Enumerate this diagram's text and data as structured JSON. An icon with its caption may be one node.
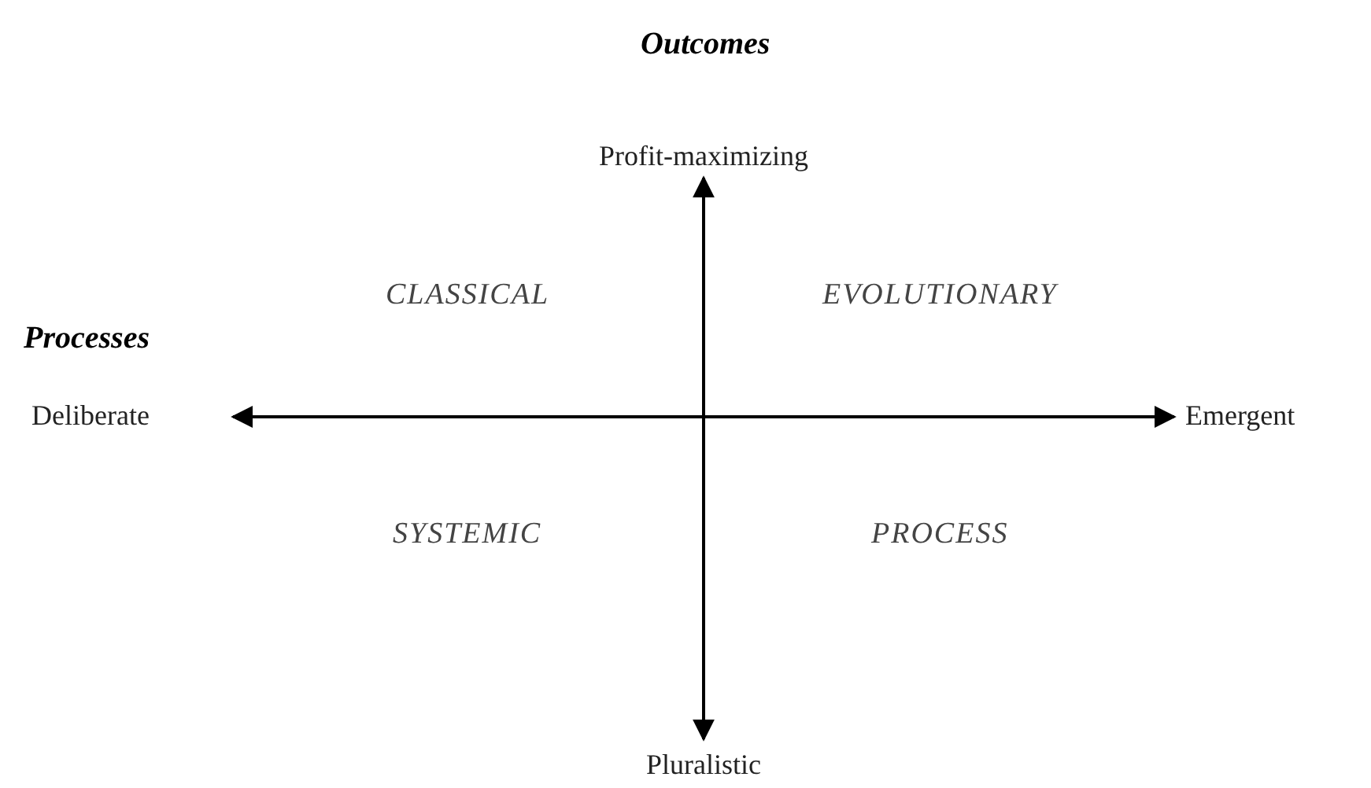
{
  "diagram": {
    "labels": [
      "Outcomes",
      "Profit-maximizing",
      "CLASSICAL",
      "EVOLUTIONARY",
      "Processes",
      "Deliberate",
      "Emergent",
      "SYSTEMIC",
      "PROCESS",
      "Pluralistic"
    ]
  }
}
